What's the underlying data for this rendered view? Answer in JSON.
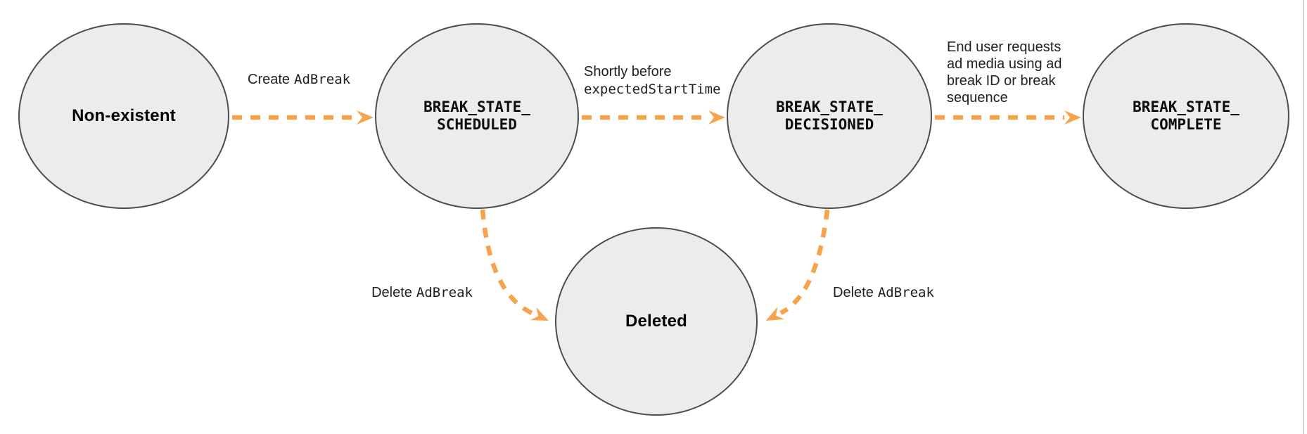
{
  "colors": {
    "arrow": "#F7A24C",
    "node_fill": "#ECECEC",
    "node_border": "#4D4D4D"
  },
  "states": [
    {
      "label": "Non-existent"
    },
    {
      "line1": "BREAK_STATE_",
      "line2": "SCHEDULED"
    },
    {
      "line1": "BREAK_STATE_",
      "line2": "DECISIONED"
    },
    {
      "line1": "BREAK_STATE_",
      "line2": "COMPLETE"
    },
    {
      "label": "Deleted"
    }
  ],
  "transitions": [
    {
      "from": "Non-existent",
      "to": "BREAK_STATE_SCHEDULED",
      "text_plain": "Create",
      "text_code": "AdBreak"
    },
    {
      "from": "BREAK_STATE_SCHEDULED",
      "to": "BREAK_STATE_DECISIONED",
      "line1": "Shortly before",
      "line2_code": "expectedStartTime"
    },
    {
      "from": "BREAK_STATE_DECISIONED",
      "to": "BREAK_STATE_COMPLETE",
      "lines": [
        "End user requests",
        "ad media using ad",
        "break ID or break",
        "sequence"
      ]
    },
    {
      "from": "BREAK_STATE_SCHEDULED",
      "to": "Deleted",
      "text_plain": "Delete",
      "text_code": "AdBreak"
    },
    {
      "from": "BREAK_STATE_DECISIONED",
      "to": "Deleted",
      "text_plain": "Delete",
      "text_code": "AdBreak"
    }
  ]
}
